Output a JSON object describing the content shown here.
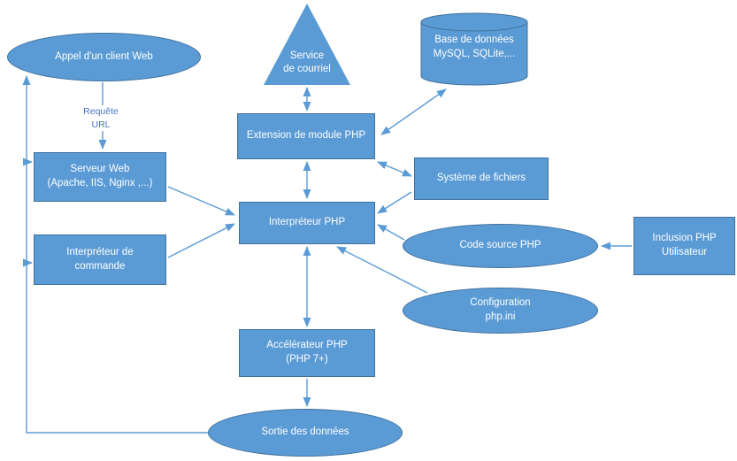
{
  "colors": {
    "node_fill": "#5B9BD5",
    "node_border": "#41719C",
    "connector": "#5B9BD5",
    "node_text": "#FFFFFF",
    "edge_label_text": "#4472C4"
  },
  "nodes": {
    "client": {
      "label": "Appel d'un client Web"
    },
    "mail_service": {
      "line1": "Service",
      "line2": "de courriel"
    },
    "database": {
      "line1": "Base de données",
      "line2": "MySQL, SQLite,..."
    },
    "php_extension": {
      "label": "Extension de module PHP"
    },
    "web_server": {
      "line1": "Serveur Web",
      "line2": "(Apache, IIS, Nginx ,...)"
    },
    "file_system": {
      "label": "Système de fichiers"
    },
    "php_interpreter": {
      "label": "Interpréteur PHP"
    },
    "source_code": {
      "label": "Code source PHP"
    },
    "user_inclusion": {
      "line1": "Inclusion PHP",
      "line2": "Utilisateur"
    },
    "command_interpreter": {
      "line1": "Interpréteur de",
      "line2": "commande"
    },
    "configuration": {
      "line1": "Configuration",
      "line2": "php.ini"
    },
    "accelerator": {
      "line1": "Accélérateur PHP",
      "line2": "(PHP 7+)"
    },
    "data_output": {
      "label": "Sortie des données"
    }
  },
  "edge_label": {
    "line1": "Requête",
    "line2": "URL"
  }
}
